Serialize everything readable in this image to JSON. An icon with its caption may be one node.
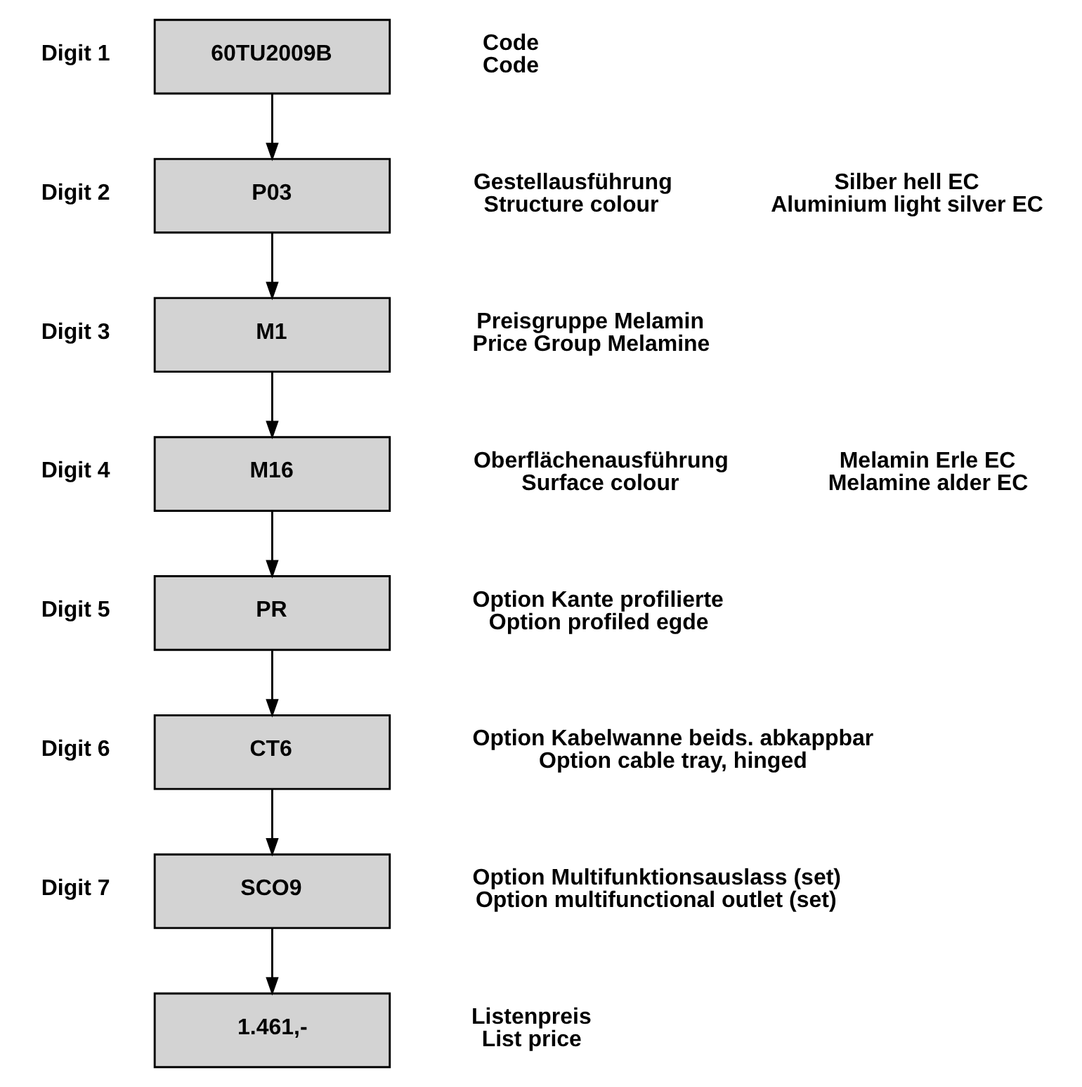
{
  "diagram": {
    "nodes": [
      {
        "text": [
          "60TU2009B"
        ],
        "beside": [
          "Digit 1",
          "Code",
          "Code"
        ]
      },
      {
        "text": [
          "P03"
        ],
        "beside": [
          "Digit 2",
          "Gestellausführung",
          "Structure colour",
          "Silber hell EC",
          "Aluminium light silver EC"
        ]
      },
      {
        "text": [
          "M1"
        ],
        "beside": [
          "Digit 3",
          "Preisgruppe Melamin",
          "Price Group Melamine"
        ]
      },
      {
        "text": [
          "M16"
        ],
        "beside": [
          "Digit 4",
          "Oberflächenausführung",
          "Surface colour",
          "Melamin Erle EC",
          "Melamine alder EC"
        ]
      },
      {
        "text": [
          "PR"
        ],
        "beside": [
          "Digit 5",
          "Option Kante profilierte",
          "Option profiled egde"
        ]
      },
      {
        "text": [
          "CT6"
        ],
        "beside": [
          "Digit 6",
          "Option Kabelwanne beids. abkappbar",
          "Option cable tray, hinged"
        ]
      },
      {
        "text": [
          "SCO9"
        ],
        "beside": [
          "Digit 7",
          "Option Multifunktionsauslass (set)",
          "Option multifunctional outlet (set)"
        ]
      },
      {
        "text": [
          "1.461,-"
        ],
        "beside": [
          "Listenpreis",
          "List price"
        ]
      }
    ],
    "edges": [
      {
        "from": 0,
        "to": 1,
        "arrow": "to"
      },
      {
        "from": 1,
        "to": 2,
        "arrow": "to"
      },
      {
        "from": 2,
        "to": 3,
        "arrow": "to"
      },
      {
        "from": 3,
        "to": 4,
        "arrow": "to"
      },
      {
        "from": 4,
        "to": 5,
        "arrow": "to"
      },
      {
        "from": 5,
        "to": 6,
        "arrow": "to"
      },
      {
        "from": 6,
        "to": 7,
        "arrow": "to"
      }
    ]
  }
}
